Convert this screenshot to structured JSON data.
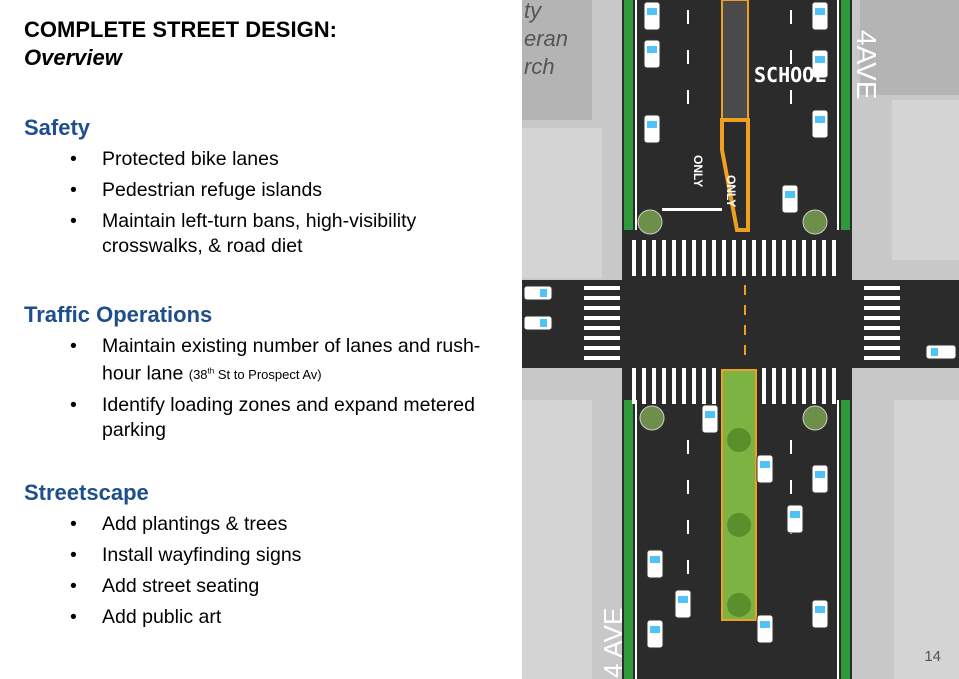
{
  "title": {
    "main": "COMPLETE STREET DESIGN:",
    "sub": "Overview"
  },
  "sections": [
    {
      "heading": "Safety",
      "items": [
        "Protected bike lanes",
        "Pedestrian refuge islands",
        "Maintain left-turn bans, high-visibility crosswalks, & road diet"
      ]
    },
    {
      "heading": "Traffic Operations",
      "items": [
        {
          "text": "Maintain existing number of lanes and rush-hour lane",
          "note_pre": "(38",
          "note_sup": "th",
          "note_post": " St to Prospect Av)"
        },
        "Identify loading zones and expand metered parking"
      ]
    },
    {
      "heading": "Streetscape",
      "items": [
        "Add plantings & trees",
        "Install wayfinding signs",
        "Add street seating",
        "Add public art"
      ]
    }
  ],
  "map": {
    "building_text": [
      "ty",
      "eran",
      "rch"
    ],
    "street_label_top": "4AVE",
    "street_label_bottom": "4 AVE",
    "school_label": "SCHOOL",
    "only_label": "ONLY",
    "colors": {
      "asphalt": "#2b2b2b",
      "sidewalk": "#c8c8c8",
      "bike_lane": "#2e9a3c",
      "median": "#7cb342",
      "building": "#b4b4b4"
    }
  },
  "page_number": "14"
}
